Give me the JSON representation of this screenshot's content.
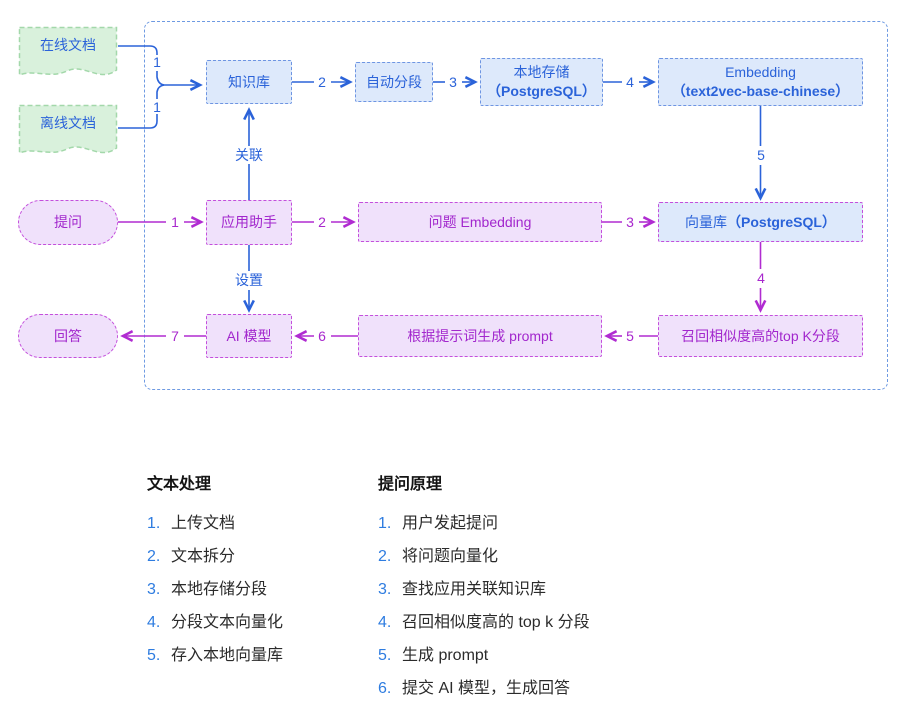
{
  "diagram": {
    "sources": {
      "online_doc": "在线文档",
      "offline_doc": "离线文档"
    },
    "nodes": {
      "knowledge_base": "知识库",
      "auto_segment": "自动分段",
      "local_storage_line1": "本地存储",
      "local_storage_line2": "（PostgreSQL）",
      "embedding_line1": "Embedding",
      "embedding_line2": "（text2vec-base-chinese）",
      "question": "提问",
      "app_assistant": "应用助手",
      "question_embedding": "问题 Embedding",
      "vector_db_name": "向量库",
      "vector_db_engine": "（PostgreSQL）",
      "answer": "回答",
      "ai_model": "AI 模型",
      "generate_prompt": "根据提示词生成 prompt",
      "recall_topk": "召回相似度高的top K分段"
    },
    "edge_labels": {
      "online_to_kb": "1",
      "offline_to_kb": "1",
      "kb_to_segment": "2",
      "segment_to_storage": "3",
      "storage_to_embedding": "4",
      "embedding_to_vectordb": "5",
      "relation": "关联",
      "settings": "设置",
      "question_to_assistant": "1",
      "assistant_to_qembedding": "2",
      "qembedding_to_vectordb": "3",
      "vectordb_to_recall": "4",
      "recall_to_prompt": "5",
      "prompt_to_ai": "6",
      "ai_to_answer": "7"
    },
    "colors": {
      "blue": "#2b63d9",
      "blue_fill": "#dde9fb",
      "magenta": "#a827cd",
      "magenta_border": "#c44fdc",
      "purple_fill": "#f0e1fb",
      "green_fill": "#d9f1dc",
      "green_border": "#a3d8aa"
    }
  },
  "lists": {
    "text_processing": {
      "title": "文本处理",
      "items": [
        {
          "num": "1.",
          "text": "上传文档"
        },
        {
          "num": "2.",
          "text": "文本拆分"
        },
        {
          "num": "3.",
          "text": "本地存储分段"
        },
        {
          "num": "4.",
          "text": "分段文本向量化"
        },
        {
          "num": "5.",
          "text": "存入本地向量库"
        }
      ]
    },
    "question_principle": {
      "title": "提问原理",
      "items": [
        {
          "num": "1.",
          "text": "用户发起提问"
        },
        {
          "num": "2.",
          "text": "将问题向量化"
        },
        {
          "num": "3.",
          "text": "查找应用关联知识库"
        },
        {
          "num": "4.",
          "text": "召回相似度高的 top k 分段"
        },
        {
          "num": "5.",
          "text": "生成 prompt"
        },
        {
          "num": "6.",
          "text": "提交 AI 模型，生成回答"
        }
      ]
    }
  }
}
